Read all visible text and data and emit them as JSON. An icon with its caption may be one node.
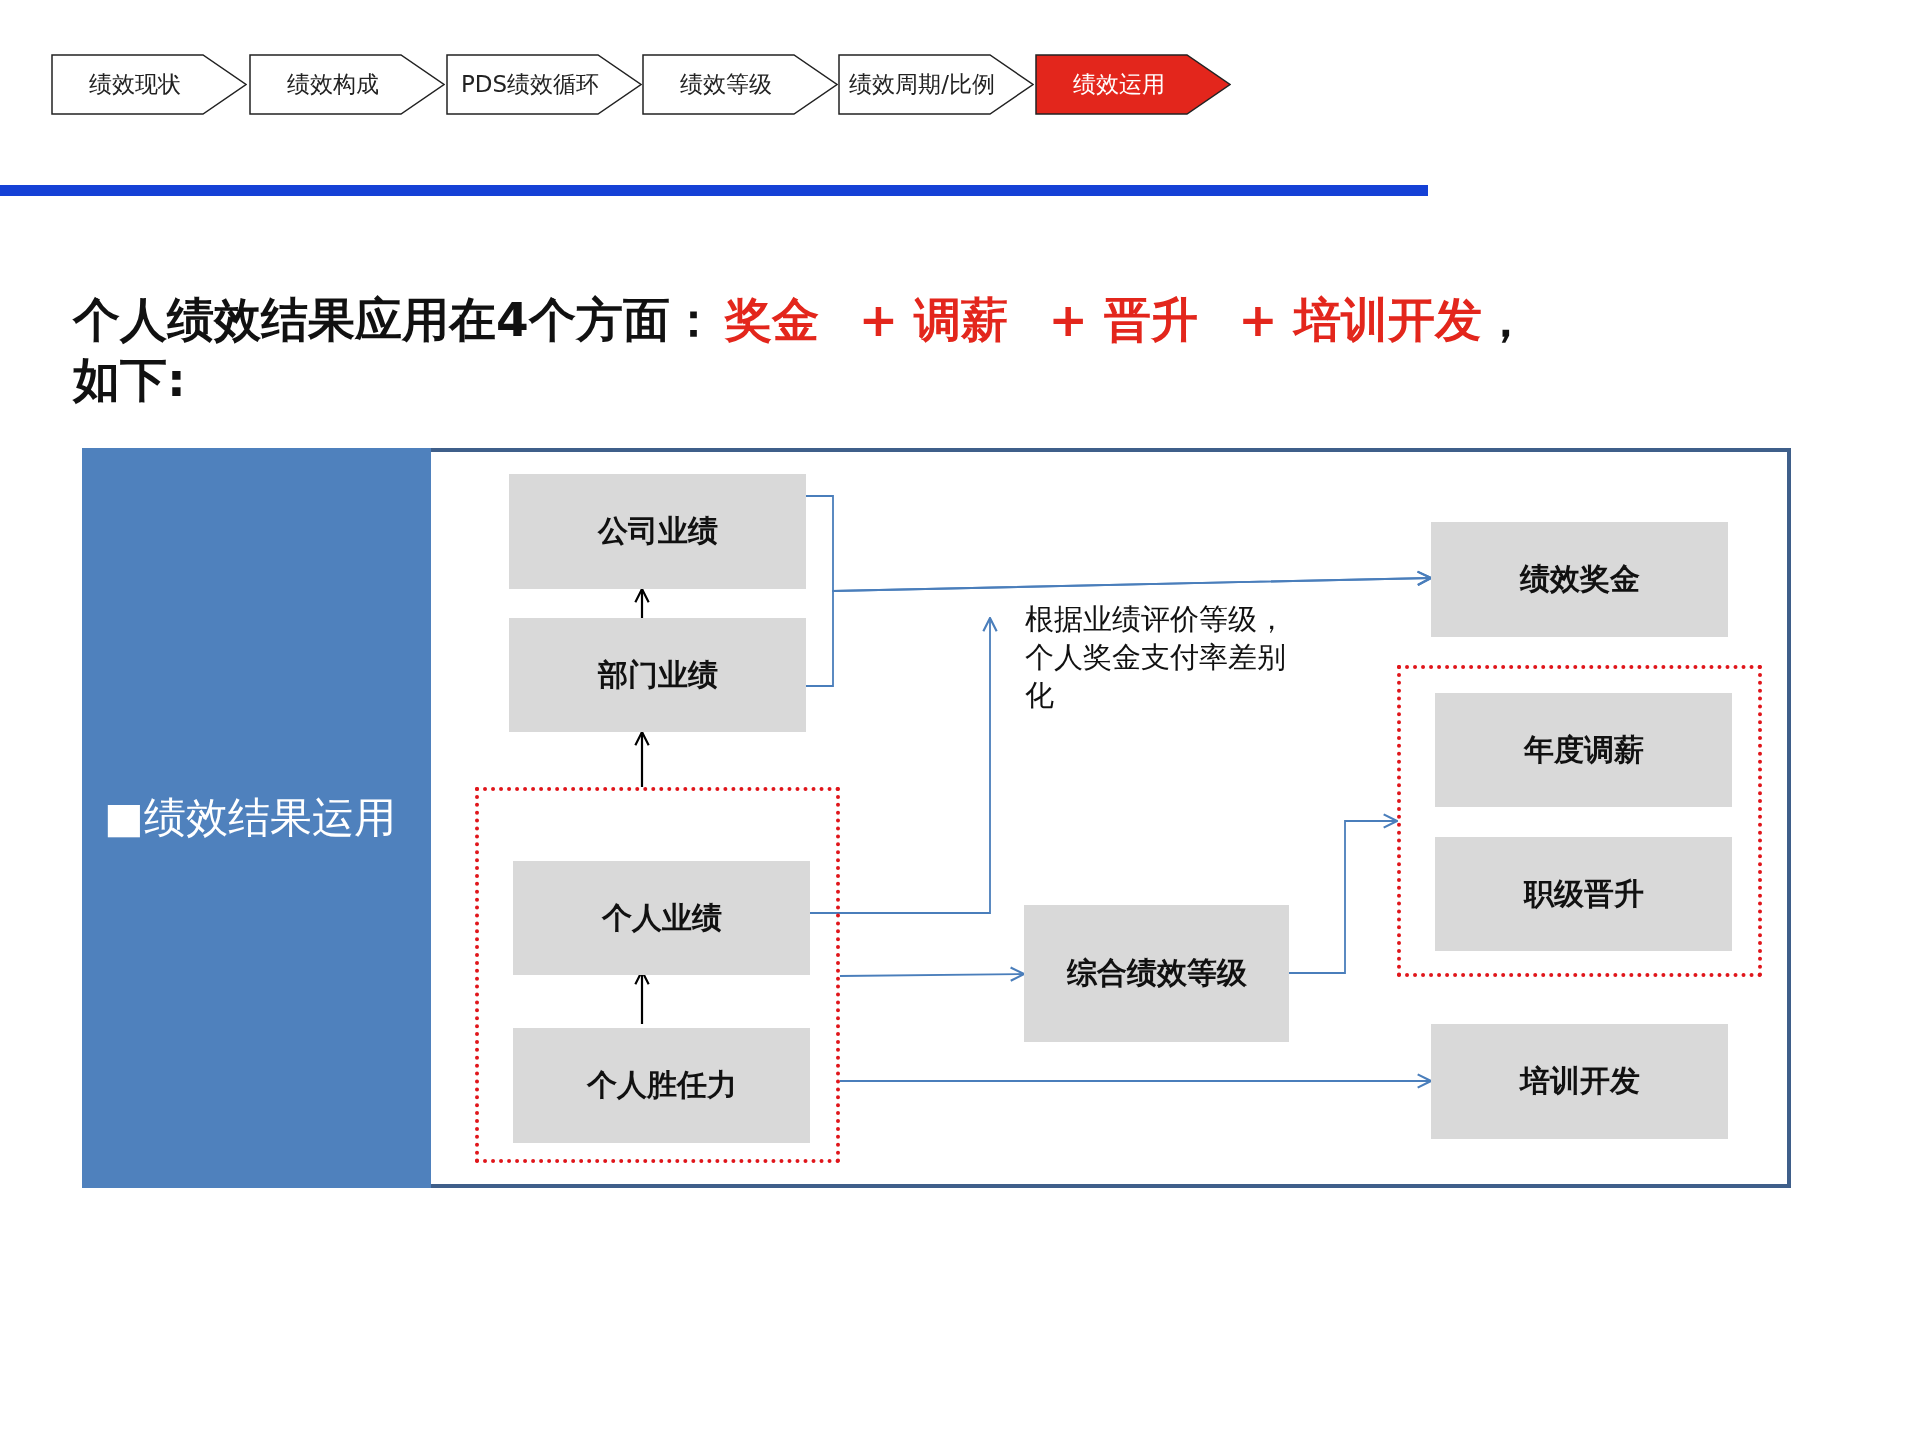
{
  "diagram": {
    "title": "个人绩效结果应用在4个方面：",
    "nodes": [
      {
        "text": [
          "绩效现状"
        ]
      },
      {
        "text": [
          "绩效构成"
        ]
      },
      {
        "text": [
          "PDS绩效循环"
        ]
      },
      {
        "text": [
          "绩效等级"
        ]
      },
      {
        "text": [
          "绩效周期/比例"
        ]
      },
      {
        "text": [
          "绩效运用"
        ]
      },
      {
        "text": [
          "■绩效结果运用"
        ]
      },
      {
        "text": [
          "公司业绩"
        ]
      },
      {
        "text": [
          "部门业绩"
        ]
      },
      {
        "text": [],
        "shape": "box"
      },
      {
        "text": [
          "个人业绩"
        ],
        "in": 9
      },
      {
        "text": [
          "个人胜任力"
        ],
        "in": 9
      },
      {
        "text": [
          "综合绩效等级"
        ]
      },
      {
        "text": [
          "绩效奖金"
        ]
      },
      {
        "text": [],
        "shape": "box"
      },
      {
        "text": [
          "年度调薪"
        ],
        "in": 14
      },
      {
        "text": [
          "职级晋升"
        ],
        "in": 14
      },
      {
        "text": [
          "培训开发"
        ]
      }
    ],
    "edges": [
      {
        "from": 7,
        "to": 13,
        "arrow": "to"
      },
      {
        "from": 8,
        "to": 13,
        "arrow": "to"
      },
      {
        "from": 8,
        "to": 7,
        "arrow": "to",
        "color": "#000000"
      },
      {
        "from": 9,
        "to": 8,
        "arrow": "to",
        "color": "#000000"
      },
      {
        "from": 11,
        "to": 10,
        "arrow": "to",
        "color": "#000000"
      },
      {
        "from": 10,
        "to": null,
        "arrow": "to"
      },
      {
        "from": 9,
        "to": 12,
        "arrow": "to"
      },
      {
        "from": 9,
        "to": 17,
        "arrow": "to"
      },
      {
        "from": 12,
        "to": 14,
        "arrow": "to"
      }
    ],
    "labels": [
      "奖金",
      "+ 调薪",
      "+ 晋升",
      "+ 培训开发",
      "，",
      "如下:",
      "根据业绩评价等级，个人奖金支付率差别化"
    ]
  }
}
